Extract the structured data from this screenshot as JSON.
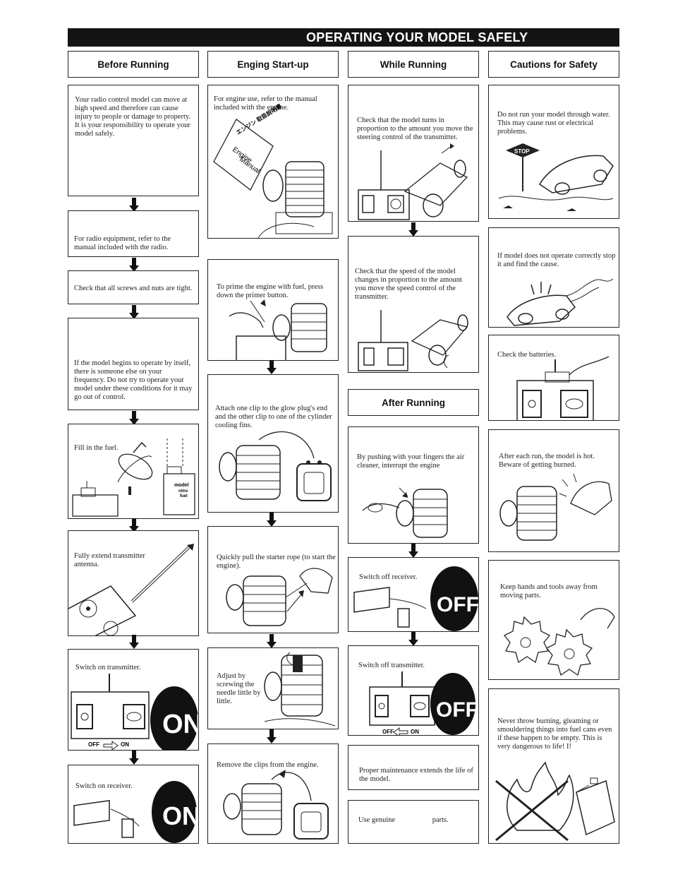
{
  "page": {
    "title": "OPERATING YOUR MODEL SAFELY"
  },
  "columns": {
    "before": {
      "heading": "Before Running",
      "steps": [
        "Your radio control model can move at high speed and therefore can cause injury to people or damage to property. It is your responsibility to operate your model safely.",
        "For radio equipment, refer to the manual included with the radio.",
        "Check that all screws and nuts are tight.",
        "If the model begins to operate by itself, there is someone else on your frequency. Do not try to operate your model under these conditions for it may go out of control.",
        "Fill in the fuel.",
        "Fully extend transmitter antenna.",
        "Switch on transmitter.",
        "Switch on receiver."
      ]
    },
    "startup": {
      "heading": "Enging Start-up",
      "steps": [
        "For engine use, refer to the manual included with the engine.",
        "To prime the engine with fuel, press down the primer button.",
        "Attach one clip to the glow plug's end and the other clip to one of the cylinder cooling fins.",
        "Quickly pull the starter rope (to start the engine).",
        "Adjust by screwing the needle little by little.",
        "Remove the clips from the engine."
      ]
    },
    "running": {
      "heading": "While Running",
      "steps": [
        "Check that the model turns in proportion to the amount you move the steering control of the transmitter.",
        "Check that the speed of the model changes in proportion to the amount you move the speed control of the transmitter."
      ]
    },
    "after": {
      "heading": "After Running",
      "steps": [
        "By pushing with your fingers the air cleaner, interrupt the engine",
        "Switch off receiver.",
        "Switch off transmitter.",
        "Proper maintenance extends the life of the model.",
        "Use genuine                    parts."
      ]
    },
    "cautions": {
      "heading": "Cautions for Safety",
      "steps": [
        "Do not run your model through water. This may cause rust or electrical problems.",
        "If model does not operate correctly stop it and find the cause.",
        "Check the batteries.",
        "After each run, the model is hot. Beware of getting burned.",
        "Keep hands and tools away from moving parts.",
        "Never throw burning, gleaming or smouldering things into fuel cans even if these happen to be empty. This is very dangerous to life! I!"
      ]
    }
  },
  "labels": {
    "on": "ON",
    "off": "OFF",
    "off_arrow_on": "OFF",
    "on_small": "ON",
    "stop_sign": "STOP",
    "manual_jp": "エンジン 取扱説明書",
    "manual_en_1": "Engine",
    "manual_en_2": "Manual",
    "fuel_label_1": "model",
    "fuel_label_2": "nitro",
    "fuel_label_3": "fuel"
  }
}
